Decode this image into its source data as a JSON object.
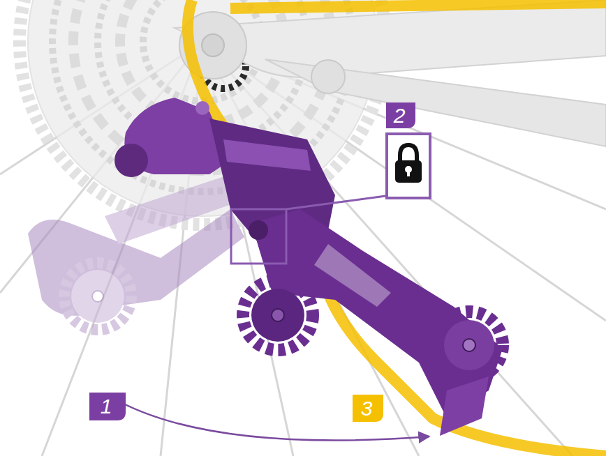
{
  "diagram": {
    "nodes": [
      {
        "text": [
          "2"
        ]
      },
      {
        "text": [
          "1"
        ]
      },
      {
        "text": [
          "3"
        ]
      }
    ]
  }
}
